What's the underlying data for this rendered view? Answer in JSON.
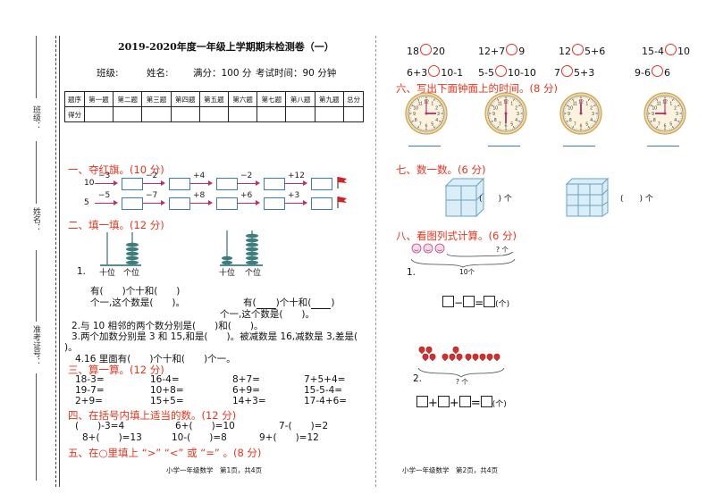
{
  "left_margin": {
    "class_label": "班级：",
    "name_label": "姓名：",
    "exam_no_label": "准考证号："
  },
  "header": {
    "title": "2019-2020年度一年级上学期期末检测卷（一）",
    "class_label": "班级:",
    "name_label": "姓名:",
    "full_score": "满分：100 分",
    "exam_time": "考试时间：90 分钟"
  },
  "score_table": {
    "headers": [
      "题序",
      "第一题",
      "第二题",
      "第三题",
      "第四题",
      "第五题",
      "第六题",
      "第七题",
      "第八题",
      "第九题",
      "总分"
    ],
    "row_label": "得分"
  },
  "section1": {
    "title": "一、夺红旗。(10 分)",
    "row1_start": "10",
    "row1_ops": [
      "−3",
      "−2",
      "+4",
      "−2",
      "+12"
    ],
    "row2_start": "5",
    "row2_ops": [
      "−5",
      "−7",
      "+8",
      "+6",
      "+3"
    ]
  },
  "section2": {
    "title": "二、填一填。(12 分)",
    "abacus_labels": [
      "十位",
      "个位",
      "十位",
      "个位"
    ],
    "q1_num": "1.",
    "q1_a_line1": "有(　　)个十和(　　)",
    "q1_a_line2": "个一,这个数是(　　)。",
    "q1_b_prefix": "有(",
    "q1_b_mid": ")个十和(",
    "q1_b_suffix": ")",
    "q1_b_line2": "个一,这个数是(　　)。",
    "q2": "2.与 10 相邻的两个数分别是(　　)和(　　)。",
    "q3_line1": "3.两个加数分别是 3 和 15,和是(　　)。被减数是 16,减数是 3,差是(",
    "q3_line2": ")。",
    "q4": "4.16 里面有(　　)个十和(　　)个一。"
  },
  "section3": {
    "title": "三、算一算。(12 分)",
    "rows": [
      [
        "18-3=",
        "16-4=",
        "8+7=",
        "7+5+4="
      ],
      [
        "19-7=",
        "10+8=",
        "6+9=",
        "15-5-4="
      ],
      [
        "2+9=",
        "15+5=",
        "14+3=",
        "17-4+6="
      ]
    ]
  },
  "section4": {
    "title": "四、在括号内填上适当的数。(12 分)",
    "rows": [
      [
        "(　　)-3=4",
        "6+(　　)=10",
        "7-(　　)=2"
      ],
      [
        "8+(　　)=13",
        "10-(　　)=8",
        "9+(　　)=12"
      ]
    ]
  },
  "section5": {
    "title": "五、在○里填上 “>” “<” 或 “=” 。(8 分)"
  },
  "footer": {
    "left": "小学一年级数学　第1页，共4页",
    "right": "小学一年级数学　第2页，共4页"
  },
  "compare": {
    "row1": [
      [
        "18",
        "20"
      ],
      [
        "12+7",
        "9"
      ],
      [
        "12",
        "5+6"
      ],
      [
        "15-4",
        "10"
      ]
    ],
    "row2": [
      [
        "6+3",
        "10-1"
      ],
      [
        "5-5",
        "10-10"
      ],
      [
        "7",
        "5+3"
      ],
      [
        "9-6",
        "6"
      ]
    ]
  },
  "section6": {
    "title": "六、写出下面钟面上的时间。(8 分)"
  },
  "section7": {
    "title": "七、数一数。(6 分)",
    "answer": "(　　) 个"
  },
  "section8": {
    "title": "八、看图列式计算。(6 分)",
    "q1_num": "1.",
    "q1_total": "10个",
    "q1_unknown": "? 个",
    "q1_unit": "(个)",
    "q2_num": "2.",
    "q2_unknown": "? 个",
    "q2_unit": "(个)"
  }
}
